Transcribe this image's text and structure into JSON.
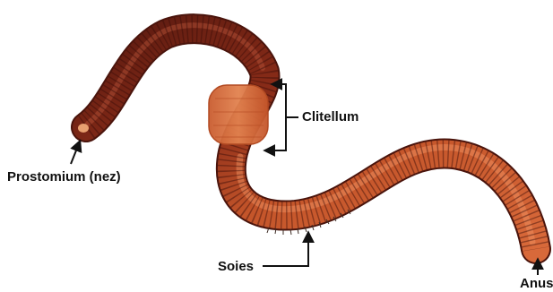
{
  "diagram": {
    "labels": {
      "prostomium": "Prostomium (nez)",
      "clitellum": "Clitellum",
      "soies": "Soies",
      "anus": "Anus"
    }
  },
  "colors": {
    "body_dark": "#5a1a10",
    "body_mid": "#a8401f",
    "body_light": "#d8693a",
    "clitellum": "#d9713f",
    "segment_line": "#3a0e08",
    "bristles": "#3d2c25",
    "arrows": "#111111"
  }
}
